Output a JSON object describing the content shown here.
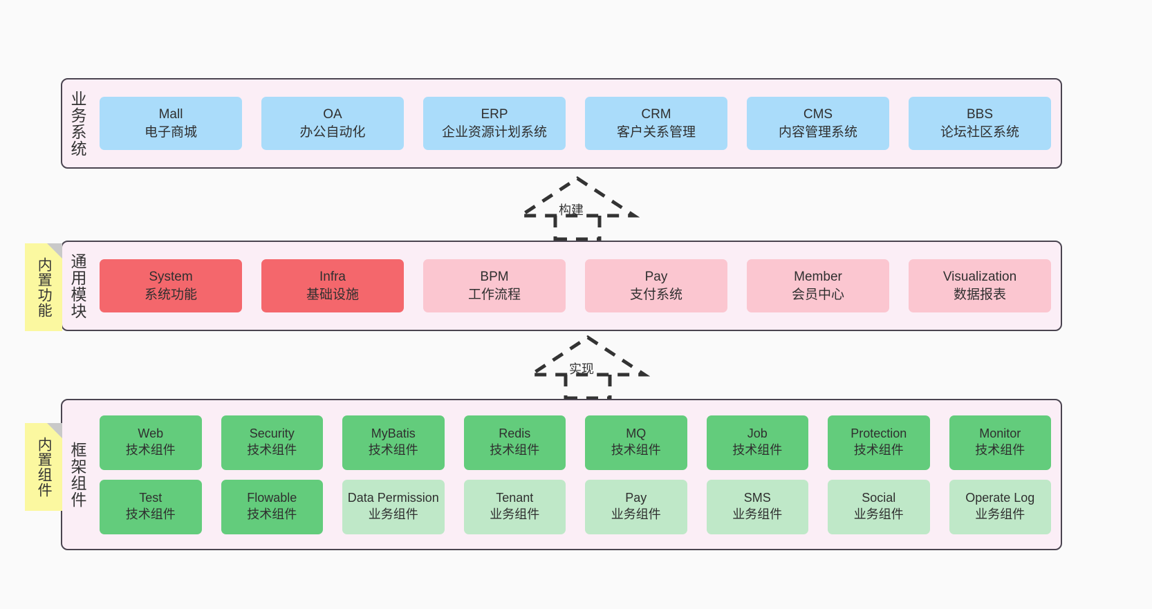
{
  "diagram": {
    "background": "#fafafa",
    "layer_border_color": "#4a4450",
    "layer_fill_color": "#fbeef6",
    "palette": {
      "blue": "#aadcfa",
      "red": "#f4676c",
      "pink": "#fbc6d0",
      "green": "#63cc7c",
      "green_light": "#bfe8c8",
      "note_yellow": "#fbf8a0"
    }
  },
  "layers": {
    "business": {
      "title": "业务系统",
      "rows": [
        [
          {
            "en": "Mall",
            "cn": "电子商城",
            "color": "blue"
          },
          {
            "en": "OA",
            "cn": "办公自动化",
            "color": "blue"
          },
          {
            "en": "ERP",
            "cn": "企业资源计划系统",
            "color": "blue"
          },
          {
            "en": "CRM",
            "cn": "客户关系管理",
            "color": "blue"
          },
          {
            "en": "CMS",
            "cn": "内容管理系统",
            "color": "blue"
          },
          {
            "en": "BBS",
            "cn": "论坛社区系统",
            "color": "blue"
          }
        ]
      ]
    },
    "modules": {
      "title": "通用模块",
      "rows": [
        [
          {
            "en": "System",
            "cn": "系统功能",
            "color": "red"
          },
          {
            "en": "Infra",
            "cn": "基础设施",
            "color": "red"
          },
          {
            "en": "BPM",
            "cn": "工作流程",
            "color": "pink"
          },
          {
            "en": "Pay",
            "cn": "支付系统",
            "color": "pink"
          },
          {
            "en": "Member",
            "cn": "会员中心",
            "color": "pink"
          },
          {
            "en": "Visualization",
            "cn": "数据报表",
            "color": "pink"
          }
        ]
      ]
    },
    "framework": {
      "title": "框架组件",
      "rows": [
        [
          {
            "en": "Web",
            "cn": "技术组件",
            "color": "green"
          },
          {
            "en": "Security",
            "cn": "技术组件",
            "color": "green"
          },
          {
            "en": "MyBatis",
            "cn": "技术组件",
            "color": "green"
          },
          {
            "en": "Redis",
            "cn": "技术组件",
            "color": "green"
          },
          {
            "en": "MQ",
            "cn": "技术组件",
            "color": "green"
          },
          {
            "en": "Job",
            "cn": "技术组件",
            "color": "green"
          },
          {
            "en": "Protection",
            "cn": "技术组件",
            "color": "green"
          },
          {
            "en": "Monitor",
            "cn": "技术组件",
            "color": "green"
          }
        ],
        [
          {
            "en": "Test",
            "cn": "技术组件",
            "color": "green"
          },
          {
            "en": "Flowable",
            "cn": "技术组件",
            "color": "green"
          },
          {
            "en": "Data Permission",
            "cn": "业务组件",
            "color": "green_light"
          },
          {
            "en": "Tenant",
            "cn": "业务组件",
            "color": "green_light"
          },
          {
            "en": "Pay",
            "cn": "业务组件",
            "color": "green_light"
          },
          {
            "en": "SMS",
            "cn": "业务组件",
            "color": "green_light"
          },
          {
            "en": "Social",
            "cn": "业务组件",
            "color": "green_light"
          },
          {
            "en": "Operate Log",
            "cn": "业务组件",
            "color": "green_light"
          }
        ]
      ]
    }
  },
  "notes": [
    {
      "label": "内置功能"
    },
    {
      "label": "内置组件"
    }
  ],
  "arrows": [
    {
      "label": "构建"
    },
    {
      "label": "实现"
    }
  ]
}
